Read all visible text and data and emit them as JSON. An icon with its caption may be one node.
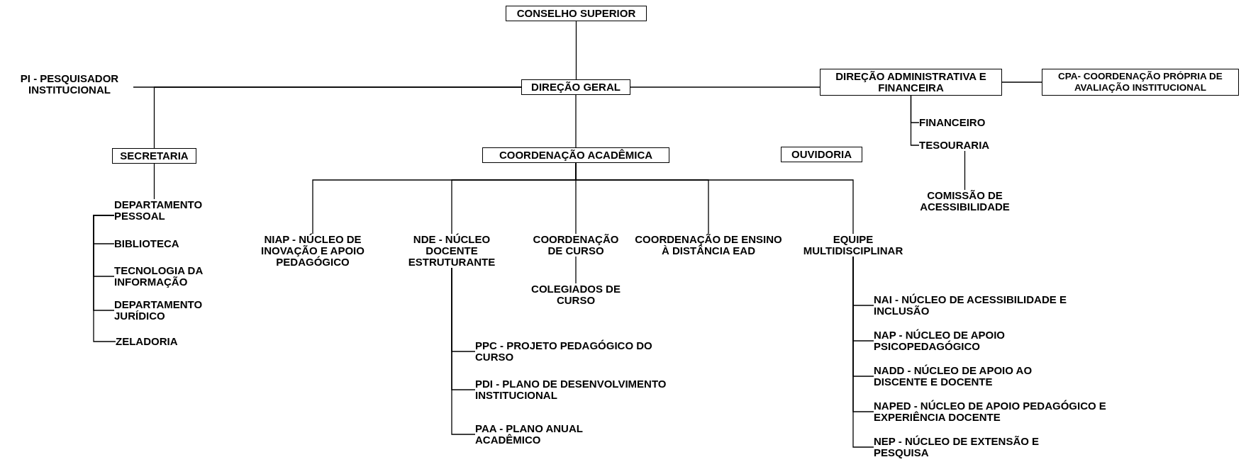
{
  "diagram": {
    "nodes": [
      {
        "text": [
          "CONSELHO SUPERIOR"
        ]
      },
      {
        "text": [
          "PI - PESQUISADOR INSTITUCIONAL"
        ]
      },
      {
        "text": [
          "DIREÇÃO GERAL"
        ]
      },
      {
        "text": [
          "DIREÇÃO ADMINISTRATIVA E FINANCEIRA"
        ]
      },
      {
        "text": [
          "CPA- COORDENAÇÃO PRÓPRIA DE AVALIAÇÃO INSTITUCIONAL"
        ]
      },
      {
        "text": [
          "FINANCEIRO"
        ]
      },
      {
        "text": [
          "TESOURARIA"
        ]
      },
      {
        "text": [
          "COMISSÃO DE ACESSIBILIDADE"
        ]
      },
      {
        "text": [
          "SECRETARIA"
        ]
      },
      {
        "text": [
          "COORDENAÇÃO ACADÊMICA"
        ]
      },
      {
        "text": [
          "OUVIDORIA"
        ]
      },
      {
        "text": [
          "DEPARTAMENTO PESSOAL"
        ]
      },
      {
        "text": [
          "BIBLIOTECA"
        ]
      },
      {
        "text": [
          "TECNOLOGIA DA INFORMAÇÃO"
        ]
      },
      {
        "text": [
          "DEPARTAMENTO JURÍDICO"
        ]
      },
      {
        "text": [
          "ZELADORIA"
        ]
      },
      {
        "text": [
          "NIAP - NÚCLEO DE INOVAÇÃO E APOIO PEDAGÓGICO"
        ]
      },
      {
        "text": [
          "NDE - NÚCLEO DOCENTE ESTRUTURANTE"
        ]
      },
      {
        "text": [
          "COORDENAÇÃO DE CURSO"
        ]
      },
      {
        "text": [
          "COLEGIADOS DE CURSO"
        ]
      },
      {
        "text": [
          "COORDENAÇÃO DE ENSINO À DISTÂNCIA EAD"
        ]
      },
      {
        "text": [
          "EQUIPE MULTIDISCIPLINAR"
        ]
      },
      {
        "text": [
          "PPC - PROJETO PEDAGÓGICO DO CURSO"
        ]
      },
      {
        "text": [
          "PDI - PLANO DE DESENVOLVIMENTO INSTITUCIONAL"
        ]
      },
      {
        "text": [
          "PAA - PLANO ANUAL ACADÊMICO"
        ]
      },
      {
        "text": [
          "NAI - NÚCLEO DE ACESSIBILIDADE E INCLUSÃO"
        ]
      },
      {
        "text": [
          "NAP - NÚCLEO DE APOIO PSICOPEDAGÓGICO"
        ]
      },
      {
        "text": [
          "NADD - NÚCLEO DE APOIO AO DISCENTE E DOCENTE"
        ]
      },
      {
        "text": [
          "NAPED - NÚCLEO DE APOIO PEDAGÓGICO E EXPERIÊNCIA DOCENTE"
        ]
      },
      {
        "text": [
          "NEP - NÚCLEO DE EXTENSÃO E PESQUISA"
        ]
      }
    ],
    "edges": [
      {
        "from": 0,
        "to": 2,
        "arrow": "none"
      },
      {
        "from": 2,
        "to": 1,
        "arrow": "none"
      },
      {
        "from": 2,
        "to": 3,
        "arrow": "none"
      },
      {
        "from": 3,
        "to": 4,
        "arrow": "none"
      },
      {
        "from": 2,
        "to": 8,
        "arrow": "none"
      },
      {
        "from": 2,
        "to": 9,
        "arrow": "none"
      },
      {
        "from": 3,
        "to": 5,
        "arrow": "none"
      },
      {
        "from": 3,
        "to": 6,
        "arrow": "none"
      },
      {
        "from": 6,
        "to": 7,
        "arrow": "none"
      },
      {
        "from": 8,
        "to": 11,
        "arrow": "none"
      },
      {
        "from": 11,
        "to": 12,
        "arrow": "none"
      },
      {
        "from": 11,
        "to": 13,
        "arrow": "none"
      },
      {
        "from": 11,
        "to": 14,
        "arrow": "none"
      },
      {
        "from": 11,
        "to": 15,
        "arrow": "none"
      },
      {
        "from": 9,
        "to": 16,
        "arrow": "none"
      },
      {
        "from": 9,
        "to": 17,
        "arrow": "none"
      },
      {
        "from": 9,
        "to": 18,
        "arrow": "none"
      },
      {
        "from": 9,
        "to": 20,
        "arrow": "none"
      },
      {
        "from": 9,
        "to": 21,
        "arrow": "none"
      },
      {
        "from": 18,
        "to": 19,
        "arrow": "none"
      },
      {
        "from": 17,
        "to": 22,
        "arrow": "none"
      },
      {
        "from": 17,
        "to": 23,
        "arrow": "none"
      },
      {
        "from": 17,
        "to": 24,
        "arrow": "none"
      },
      {
        "from": 21,
        "to": 25,
        "arrow": "none"
      },
      {
        "from": 21,
        "to": 26,
        "arrow": "none"
      },
      {
        "from": 21,
        "to": 27,
        "arrow": "none"
      },
      {
        "from": 21,
        "to": 28,
        "arrow": "none"
      },
      {
        "from": 21,
        "to": 29,
        "arrow": "none"
      }
    ]
  }
}
